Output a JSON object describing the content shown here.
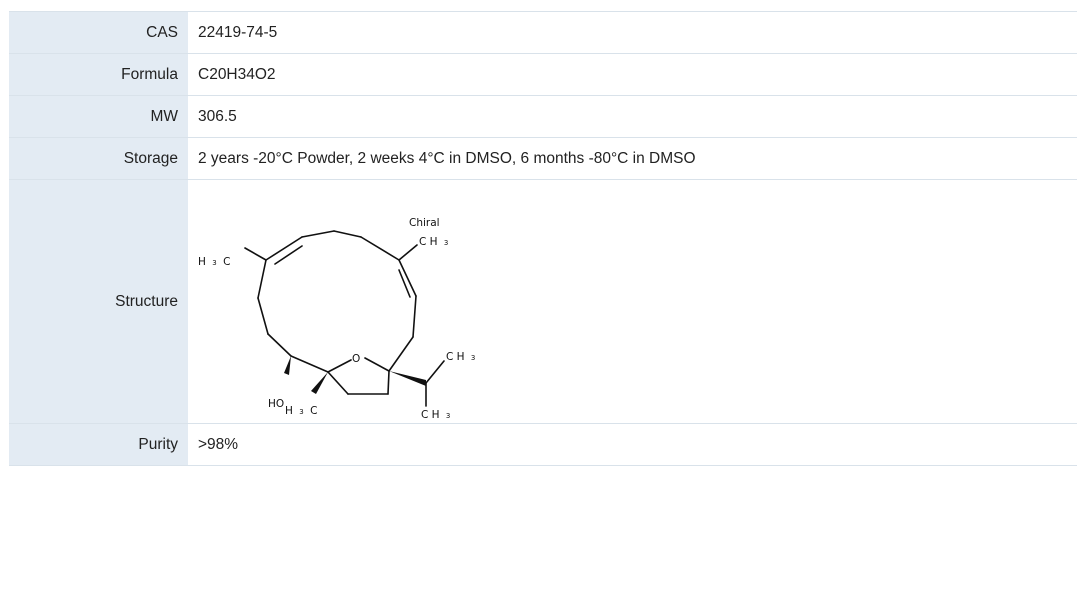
{
  "rows": [
    {
      "label": "CAS",
      "value": "22419-74-5"
    },
    {
      "label": "Formula",
      "value": "C20H34O2"
    },
    {
      "label": "MW",
      "value": "306.5"
    },
    {
      "label": "Storage",
      "value": "2 years -20°C Powder, 2 weeks 4°C in DMSO, 6 months -80°C in DMSO"
    },
    {
      "label": "Structure",
      "value": ""
    },
    {
      "label": "Purity",
      "value": ">98%"
    }
  ],
  "structure": {
    "chiral": "Chiral",
    "labels": {
      "h3c_top": "H",
      "h3c_top_sub": "3",
      "h3c_top_c": "C",
      "ch3_top": "C H",
      "ch3_top_sub": "3",
      "o": "O",
      "ch3_right1": "C H",
      "ch3_right1_sub": "3",
      "ch3_right2": "C H",
      "ch3_right2_sub": "3",
      "ho": "HO",
      "h3c_bottom": "H",
      "h3c_bottom_sub": "3",
      "h3c_bottom_c": "C"
    }
  }
}
